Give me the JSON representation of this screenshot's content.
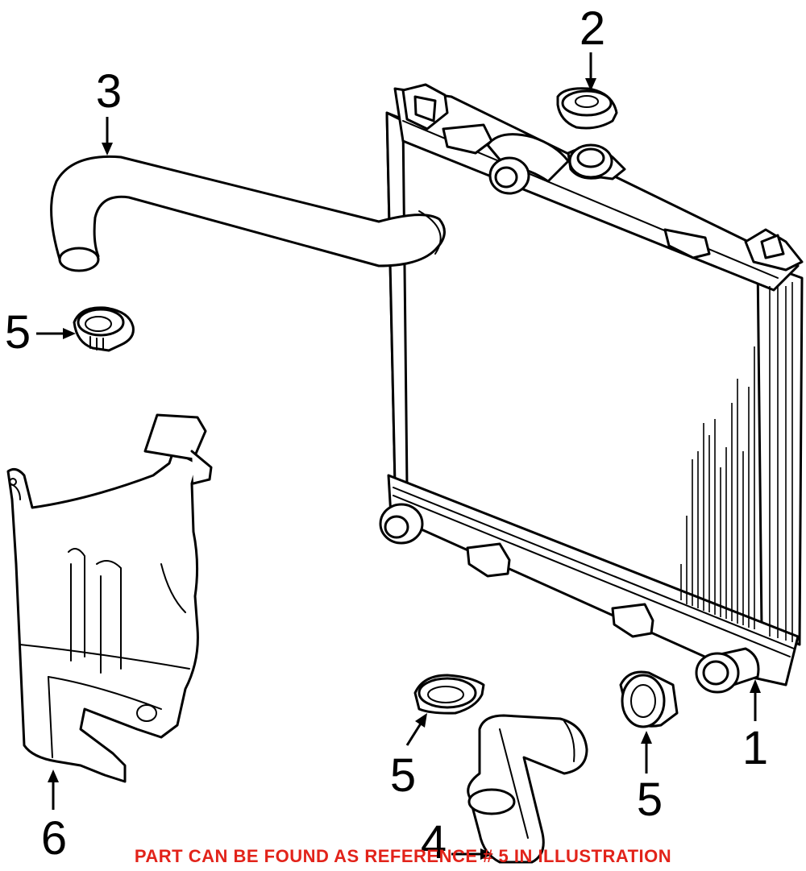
{
  "callouts": {
    "radiator": "1",
    "cap": "2",
    "upper_hose": "3",
    "lower_hose": "4",
    "clamp": "5",
    "reservoir": "6"
  },
  "note": "PART CAN BE FOUND AS REFERENCE # 5 IN ILLUSTRATION",
  "colors": {
    "note": "#e2231a",
    "line": "#000000",
    "background": "#ffffff"
  }
}
